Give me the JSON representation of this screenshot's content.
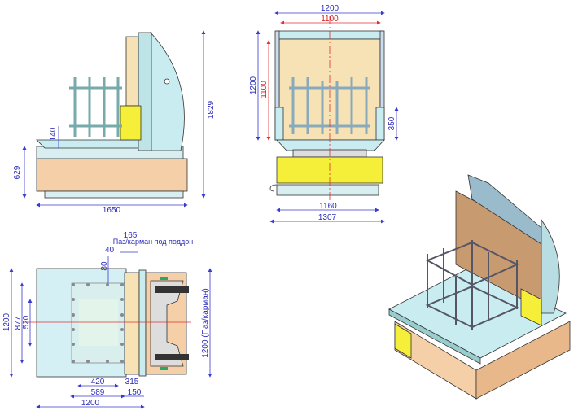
{
  "side_view": {
    "height_total": "1829",
    "height_base": "629",
    "height_step": "140",
    "length": "1650"
  },
  "front_view": {
    "width_outer": "1200",
    "width_inner": "1100",
    "height_outer": "1200",
    "height_inner": "1100",
    "side_height": "350",
    "base_width": "1160",
    "total_width": "1307"
  },
  "top_view": {
    "dim_165": "165",
    "note_pallet_slot": "Паз/карман под поддон",
    "dim_40": "40",
    "dim_80": "80",
    "dim_1200_left": "1200",
    "dim_877": "877",
    "dim_520": "520",
    "dim_1200_right": "1200 (Паз/карман)",
    "dim_420": "420",
    "dim_315": "315",
    "dim_589": "589",
    "dim_150": "150",
    "dim_1200_bottom": "1200"
  },
  "colors": {
    "dimension": "#2b2bb8",
    "centerline": "#e03030",
    "base": "#f5cfa8",
    "yellow": "#f5ef3a",
    "plate": "#c8ecef",
    "board": "#f7e2b5"
  }
}
